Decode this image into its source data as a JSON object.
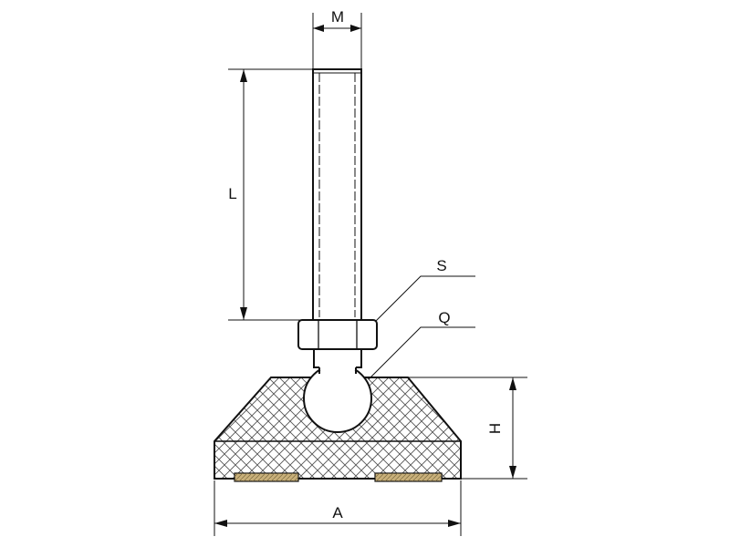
{
  "labels": {
    "thread_dia": "M",
    "stem_length": "L",
    "nut": "S",
    "ball": "Q",
    "base_height": "H",
    "base_width": "A"
  },
  "colors": {
    "line": "#111111",
    "hatch": "#555555",
    "pad": "#c9b07a",
    "background": "#ffffff"
  }
}
